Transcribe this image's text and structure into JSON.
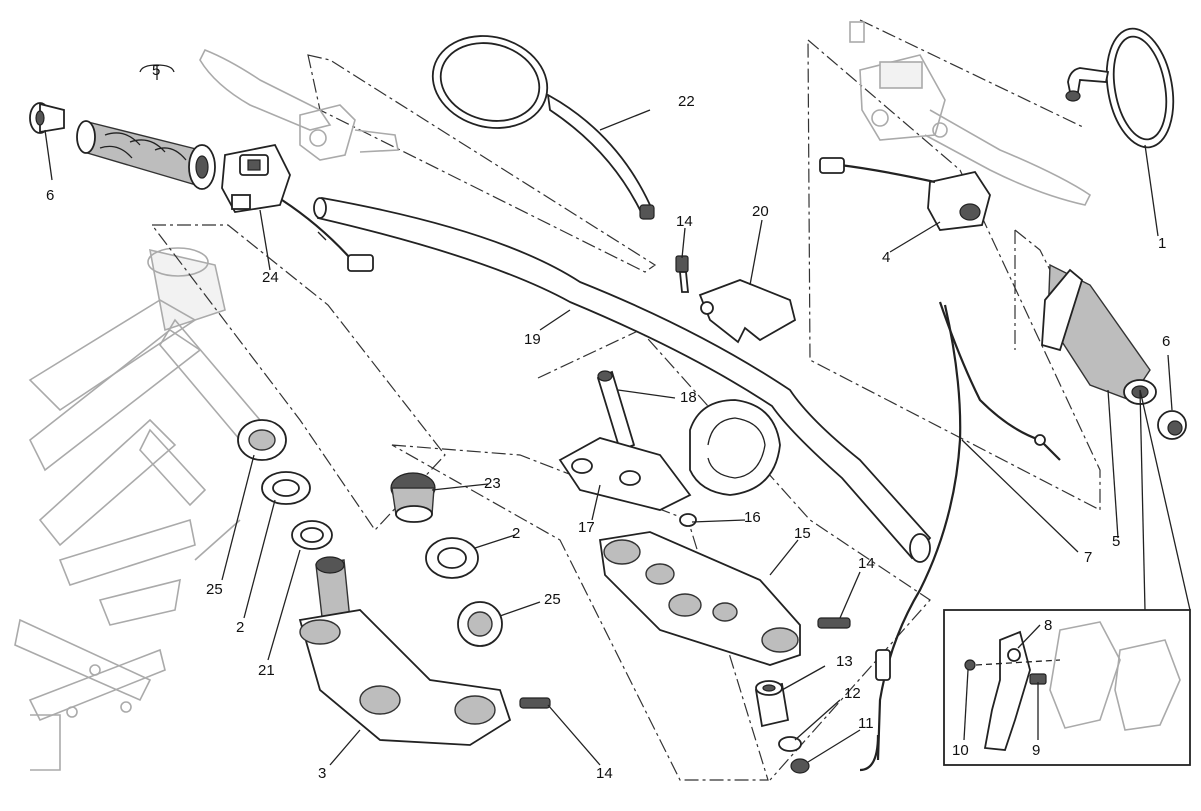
{
  "diagram": {
    "title": "Handlebar and controls exploded view",
    "callouts": {
      "c1": "1",
      "c2a": "2",
      "c2b": "2",
      "c3": "3",
      "c4": "4",
      "c5a": "5",
      "c5b": "5",
      "c6a": "6",
      "c6b": "6",
      "c7": "7",
      "c8": "8",
      "c9": "9",
      "c10": "10",
      "c11": "11",
      "c12": "12",
      "c13": "13",
      "c14a": "14",
      "c14b": "14",
      "c14c": "14",
      "c15": "15",
      "c16": "16",
      "c17": "17",
      "c18": "18",
      "c19": "19",
      "c20": "20",
      "c21": "21",
      "c22": "22",
      "c23": "23",
      "c24": "24",
      "c25a": "25",
      "c25b": "25"
    }
  }
}
